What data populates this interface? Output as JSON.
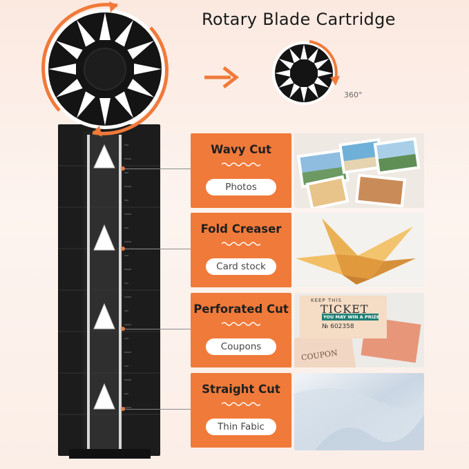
{
  "title": "Rotary Blade Cartridge",
  "rotation_label": "360°",
  "features": [
    {
      "name": "Wavy Cut",
      "material": "Photos"
    },
    {
      "name": "Fold Creaser",
      "material": "Card stock"
    },
    {
      "name": "Perforated Cut",
      "material": "Coupons"
    },
    {
      "name": "Straight Cut",
      "material": "Thin Fabic"
    }
  ],
  "ticket": {
    "line1": "KEEP THIS",
    "line2": "TICKET",
    "line3": "YOU MAY WIN A PRIZE",
    "number": "№ 602358"
  },
  "coupon_text": "COUPON",
  "colors": {
    "accent": "#f07a3a",
    "panel": "#1a1a1a",
    "background": "#fbeee7"
  }
}
